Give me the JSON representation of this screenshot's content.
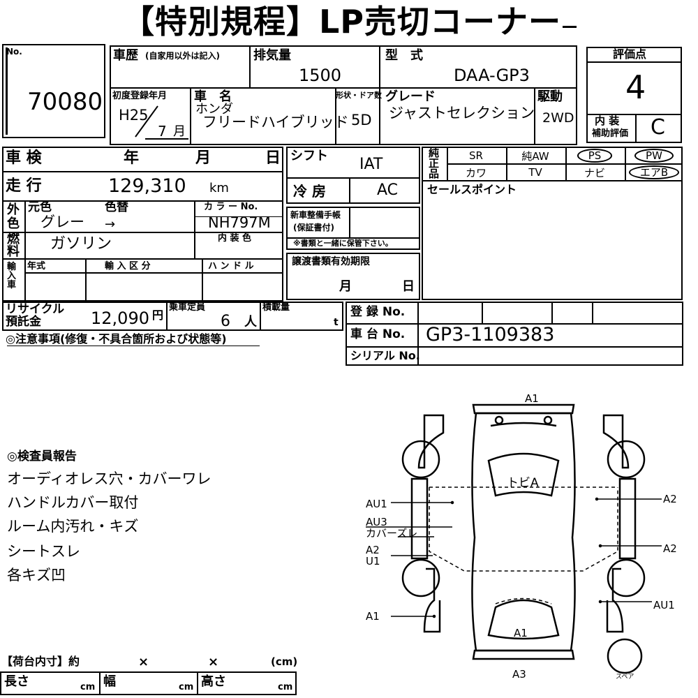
{
  "title": "【特別規程】LP売切コーナー",
  "header": {
    "no_label": "No.",
    "no_value": "70080",
    "history_label": "車歴",
    "history_note": "(自家用以外は記入)",
    "displacement_label": "排気量",
    "displacement_value": "1500",
    "model_label": "型　式",
    "model_value": "DAA-GP3",
    "rating_label": "評価点",
    "rating_value": "4",
    "first_reg_label": "初度登録年月",
    "first_reg_year": "H25",
    "first_reg_month": "7",
    "month_unit": "月",
    "name_label": "車　名",
    "maker": "ホンダ",
    "car_name": "フリードハイブリッド",
    "doors_label": "形状・ドア数",
    "doors_value": "5D",
    "grade_label": "グレード",
    "grade_value": "ジャストセレクション",
    "drive_label": "駆動",
    "drive_value": "2WD",
    "interior_label": "内 装",
    "interior_label2": "補助評価",
    "interior_value": "C"
  },
  "inspection": {
    "shaken_label": "車 検",
    "year_unit": "年",
    "month_unit": "月",
    "day_unit": "日",
    "mileage_label": "走 行",
    "mileage_value": "129,310",
    "mileage_unit": "km",
    "color_label_1": "外",
    "color_label_2": "色",
    "orig_color_label": "元色",
    "repaint_label": "色替",
    "color_value": "グレー",
    "arrow": "→",
    "color_no_label": "カ ラ ー No.",
    "color_no_value": "NH797M",
    "interior_color_label": "内 装 色",
    "fuel_label_1": "燃",
    "fuel_label_2": "料",
    "fuel_value": "ガソリン",
    "import_label": "輸入車",
    "import_year_label": "年式",
    "import_type_label": "輸 入 区 分",
    "handle_label": "ハ ン ド ル",
    "shift_label": "シフト",
    "shift_value": "IAT",
    "ac_label": "冷 房",
    "ac_value": "AC",
    "manual_label_1": "新車整備手帳",
    "manual_label_2": "(保証書付)",
    "manual_note": "※書類と一緒に保管下さい。",
    "transfer_label": "譲渡書類有効期限",
    "recycle_label_1": "リサイクル",
    "recycle_label_2": "預託金",
    "recycle_value": "12,090",
    "recycle_unit": "円",
    "capacity_label": "乗車定員",
    "capacity_value": "6",
    "capacity_unit": "人",
    "load_label": "積載量",
    "load_unit": "t"
  },
  "equipment": {
    "label": "純正品",
    "items_row1": [
      "SR",
      "純AW",
      "PS",
      "PW"
    ],
    "items_row2": [
      "カワ",
      "TV",
      "ナビ",
      "エアB"
    ],
    "circled": [
      "PS",
      "PW",
      "エアB"
    ]
  },
  "sales_point_label": "セールスポイント",
  "registration": {
    "reg_label": "登 録 No.",
    "chassis_label": "車 台 No.",
    "chassis_value": "GP3-1109383",
    "serial_label": "シリアル No."
  },
  "notes_label": "◎注意事項(修復・不具合箇所および状態等)",
  "report": {
    "title": "◎検査員報告",
    "lines": [
      "オーディオレス穴・カバーワレ",
      "ハンドルカバー取付",
      "ルーム内汚れ・キズ",
      "シートスレ",
      "各キズ凹"
    ]
  },
  "diagram": {
    "labels": {
      "top": "A1",
      "hood": "トビA",
      "left1": "AU1",
      "left2a": "AU3",
      "left2b": "カバーズレ",
      "left3a": "A2",
      "left3b": "U1",
      "left4": "A1",
      "right1": "A2",
      "right2": "A2",
      "right3": "AU1",
      "rear_inner": "A1",
      "bottom": "A3",
      "spare": "スペア"
    }
  },
  "cargo": {
    "label": "【荷台内寸】約",
    "x1": "×",
    "x2": "×",
    "unit_paren": "(cm)",
    "length_label": "長さ",
    "width_label": "幅",
    "height_label": "高さ",
    "cm": "cm"
  }
}
